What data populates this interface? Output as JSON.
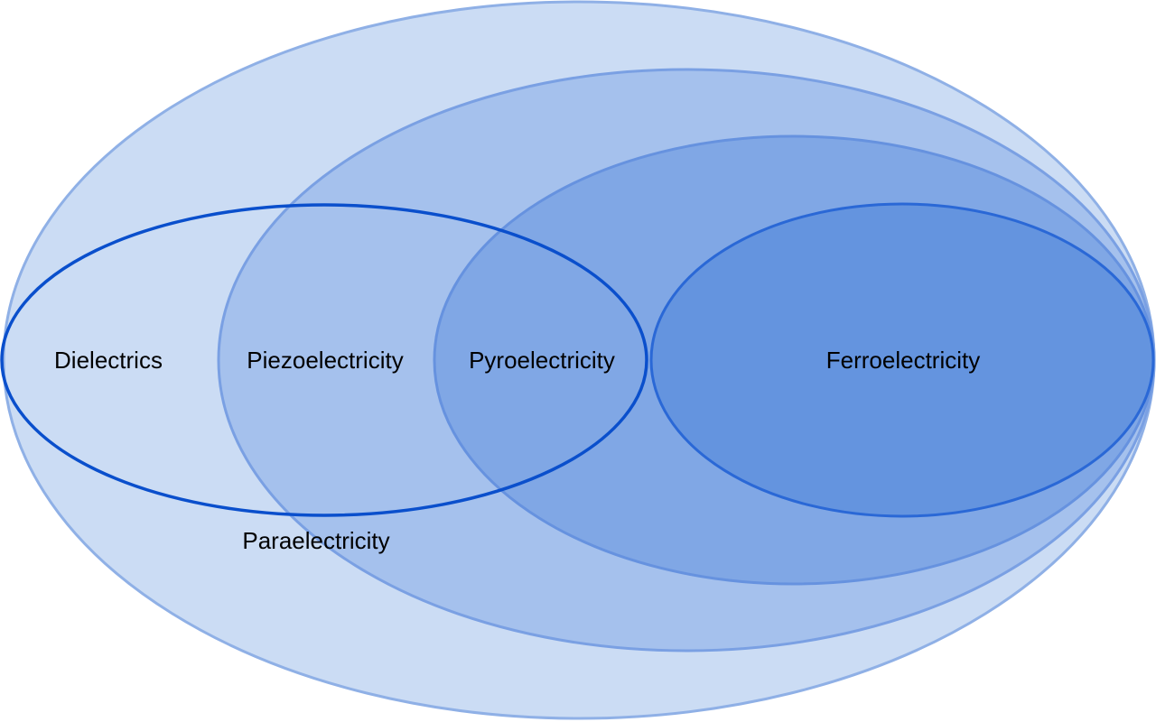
{
  "diagram": {
    "labels": {
      "dielectrics": "Dielectrics",
      "piezoelectricity": "Piezoelectricity",
      "pyroelectricity": "Pyroelectricity",
      "ferroelectricity": "Ferroelectricity",
      "paraelectricity": "Paraelectricity"
    },
    "colors": {
      "dielectrics_fill": "#cbdcf4",
      "piezoelectricity_fill": "#a5c1ed",
      "pyroelectricity_fill": "#80a7e5",
      "ferroelectricity_fill": "#6494df",
      "outline_light": "#8fb0e6",
      "outline_dark": "#0a4fcc",
      "ferro_outline": "#2a68d6"
    }
  }
}
